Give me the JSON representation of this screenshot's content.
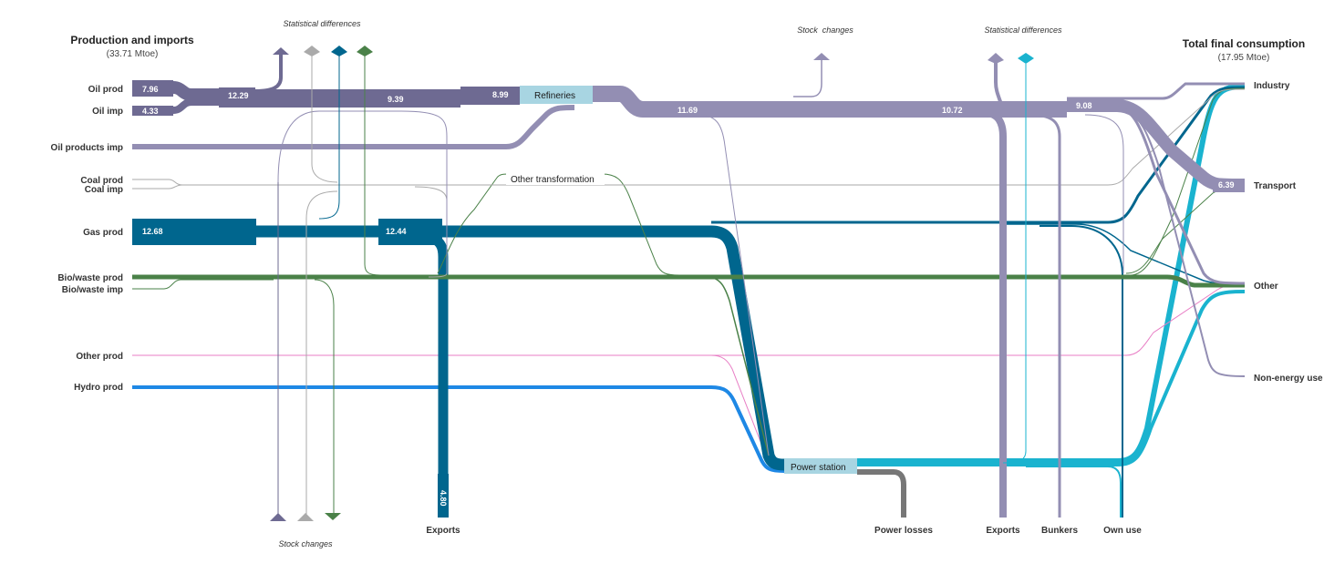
{
  "header_left": {
    "title": "Production and imports",
    "subtitle": "(33.71 Mtoe)"
  },
  "header_right": {
    "title": "Total final consumption",
    "subtitle": "(17.95 Mtoe)"
  },
  "sources": {
    "oil_prod": "Oil prod",
    "oil_imp": "Oil imp",
    "oil_products_imp": "Oil products imp",
    "coal_prod": "Coal prod",
    "coal_imp": "Coal imp",
    "gas_prod": "Gas prod",
    "bio_prod": "Bio/waste prod",
    "bio_imp": "Bio/waste imp",
    "other_prod": "Other prod",
    "hydro_prod": "Hydro prod"
  },
  "sinks": {
    "industry": "Industry",
    "transport": "Transport",
    "other": "Other",
    "non_energy": "Non-energy use"
  },
  "nodes": {
    "refineries": "Refineries",
    "power_station": "Power station",
    "other_transformation": "Other transformation"
  },
  "bottom": {
    "exports1": "Exports",
    "power_losses": "Power losses",
    "exports2": "Exports",
    "bunkers": "Bunkers",
    "own_use": "Own use",
    "stock_changes": "Stock changes"
  },
  "annotations": {
    "stat_diff_1": "Statistical differences",
    "stock_changes_top": "Stock  changes",
    "stat_diff_2": "Statistical differences"
  },
  "values": {
    "oil_prod": "7.96",
    "oil_imp": "4.33",
    "oil_merge": "12.29",
    "oil_mid": "9.39",
    "refinery_in": "8.99",
    "oil_out": "11.69",
    "oil_right": "10.72",
    "oil_tfc": "9.08",
    "transport": "6.39",
    "gas_prod": "12.68",
    "gas_mid": "12.44",
    "gas_exports": "4.80"
  },
  "colors": {
    "oil": "#6e6a92",
    "oil_products": "#938eb3",
    "coal": "#aaaaaa",
    "gas": "#00668e",
    "bio": "#4a8148",
    "other": "#e87ec5",
    "hydro": "#1e88e5",
    "electricity": "#1ab3cf",
    "losses": "#777777",
    "node_box": "#a8d5e2"
  }
}
